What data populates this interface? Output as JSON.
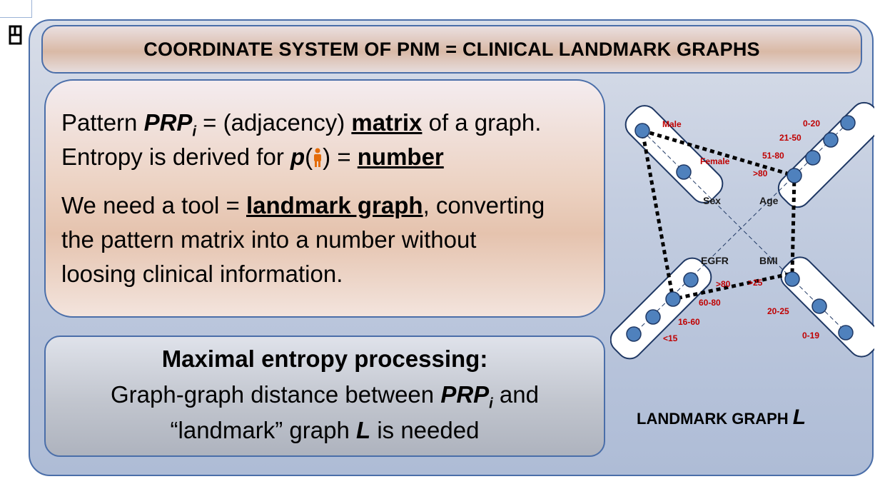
{
  "title": "COORDINATE SYSTEM OF PNM = CLINICAL LANDMARK GRAPHS",
  "info": {
    "line1_a": "Pattern ",
    "line1_prp": "PRP",
    "line1_sub": "i",
    "line1_b": " = (adjacency) ",
    "line1_matrix": "matrix",
    "line1_c": " of a graph.",
    "line2_a": "Entropy is derived for ",
    "line2_p": "p",
    "line2_b": "(",
    "line2_c": ") = ",
    "line2_number": "number",
    "line3_a": "We need a tool = ",
    "line3_landmark": "landmark graph",
    "line3_b": ", converting",
    "line4": "the pattern matrix into a number without",
    "line5": "loosing clinical information."
  },
  "entropy": {
    "heading": "Maximal entropy processing:",
    "line2_a": "Graph-graph distance between ",
    "line2_prp": "PRP",
    "line2_sub": "i",
    "line2_b": " and",
    "line3_a": "“landmark” graph ",
    "line3_L": "L",
    "line3_b": " is needed"
  },
  "graph": {
    "caption": "LANDMARK GRAPH ",
    "caption_L": "L",
    "sex": {
      "name": "Sex",
      "labels": [
        "Male",
        "Female"
      ]
    },
    "age": {
      "name": "Age",
      "labels": [
        "0-20",
        "21-50",
        "51-80",
        ">80"
      ]
    },
    "egfr": {
      "name": "EGFR",
      "labels": [
        ">80",
        "60-80",
        "16-60",
        "<15"
      ]
    },
    "bmi": {
      "name": "BMI",
      "labels": [
        ">25",
        "20-25",
        "0-19"
      ]
    },
    "colors": {
      "node": "#4f81bd",
      "label": "#c00000",
      "edge": "#000000",
      "frame": "#1f3864"
    }
  }
}
